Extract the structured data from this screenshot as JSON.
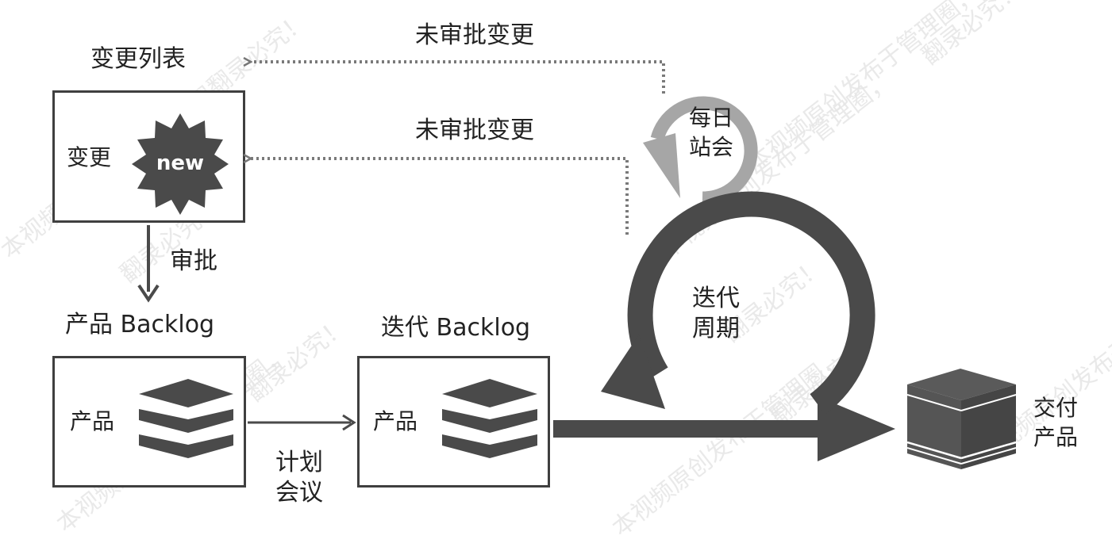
{
  "labels": {
    "change_list": "变更列表",
    "change": "变更",
    "new_badge": "new",
    "approve": "审批",
    "unapproved_change_top": "未审批变更",
    "unapproved_change_mid": "未审批变更",
    "daily_standup_line1": "每日",
    "daily_standup_line2": "站会",
    "iteration_cycle_line1": "迭代",
    "iteration_cycle_line2": "周期",
    "product_backlog": "产品 Backlog",
    "product_in_backlog": "产品",
    "sprint_backlog": "迭代 Backlog",
    "product_in_sprint": "产品",
    "planning_meeting_line1": "计划",
    "planning_meeting_line2": "会议",
    "deliver_line1": "交付",
    "deliver_line2": "产品"
  },
  "watermarks": [
    "翻录必究！",
    "翻录必究！",
    "翻录必究！",
    "翻录必究！",
    "翻录必究！",
    "翻录必究！",
    "本视频原创发布于管理圈，",
    "本视频原创发布于管理圈，",
    "本视频原创发布于管理圈，",
    "本视频原创发布于管理圈，",
    "本视频原创发布于管理圈，",
    "本视频原创发布于管理圈，"
  ],
  "colors": {
    "dark": "#4a4a4a",
    "mid": "#8c8c8c",
    "light": "#a6a6a6",
    "text": "#222222",
    "watermark": "#e6e6e6"
  }
}
